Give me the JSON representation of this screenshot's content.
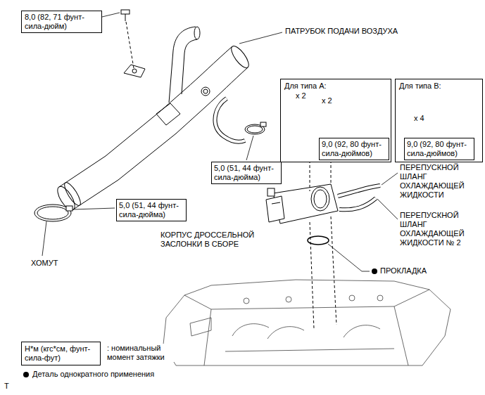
{
  "diagram": {
    "nodes": [
      {
        "text": [
          "8,0 (82, 71 фунт-сила-дюйм)"
        ]
      },
      {
        "text": [
          "Для типа A:"
        ]
      },
      {
        "text": [
          "9,0 (92, 80 фунт-сила-дюймов)"
        ],
        "in": 1
      },
      {
        "text": [
          "Для типа B:"
        ]
      },
      {
        "text": [
          "9,0 (92, 80 фунт-сила-дюймов)"
        ],
        "in": 3
      },
      {
        "text": [
          "5,0 (51, 44 фунт-сила-дюйма)"
        ]
      },
      {
        "text": [
          "5,0 (51, 44 фунт-сила-дюйма)"
        ]
      },
      {
        "text": [
          "Н*м (кгс*см, фунт-сила-фут)"
        ]
      }
    ],
    "labels": [
      "ПАТРУБОК ПОДАЧИ ВОЗДУХА",
      "x 2",
      "x 2",
      "x 4",
      "ПЕРЕПУСКНОЙ ШЛАНГ ОХЛАЖДАЮЩЕЙ ЖИДКОСТИ",
      "ПЕРЕПУСКНОЙ ШЛАНГ ОХЛАЖДАЮЩЕЙ ЖИДКОСТИ № 2",
      "КОРПУС ДРОССЕЛЬНОЙ ЗАСЛОНКИ В СБОРЕ",
      "ПРОКЛАДКА",
      "ХОМУТ",
      "T"
    ],
    "legend": [
      {
        "text": ": номинальный момент затяжки"
      },
      {
        "text": "Деталь однократного применения"
      }
    ]
  }
}
